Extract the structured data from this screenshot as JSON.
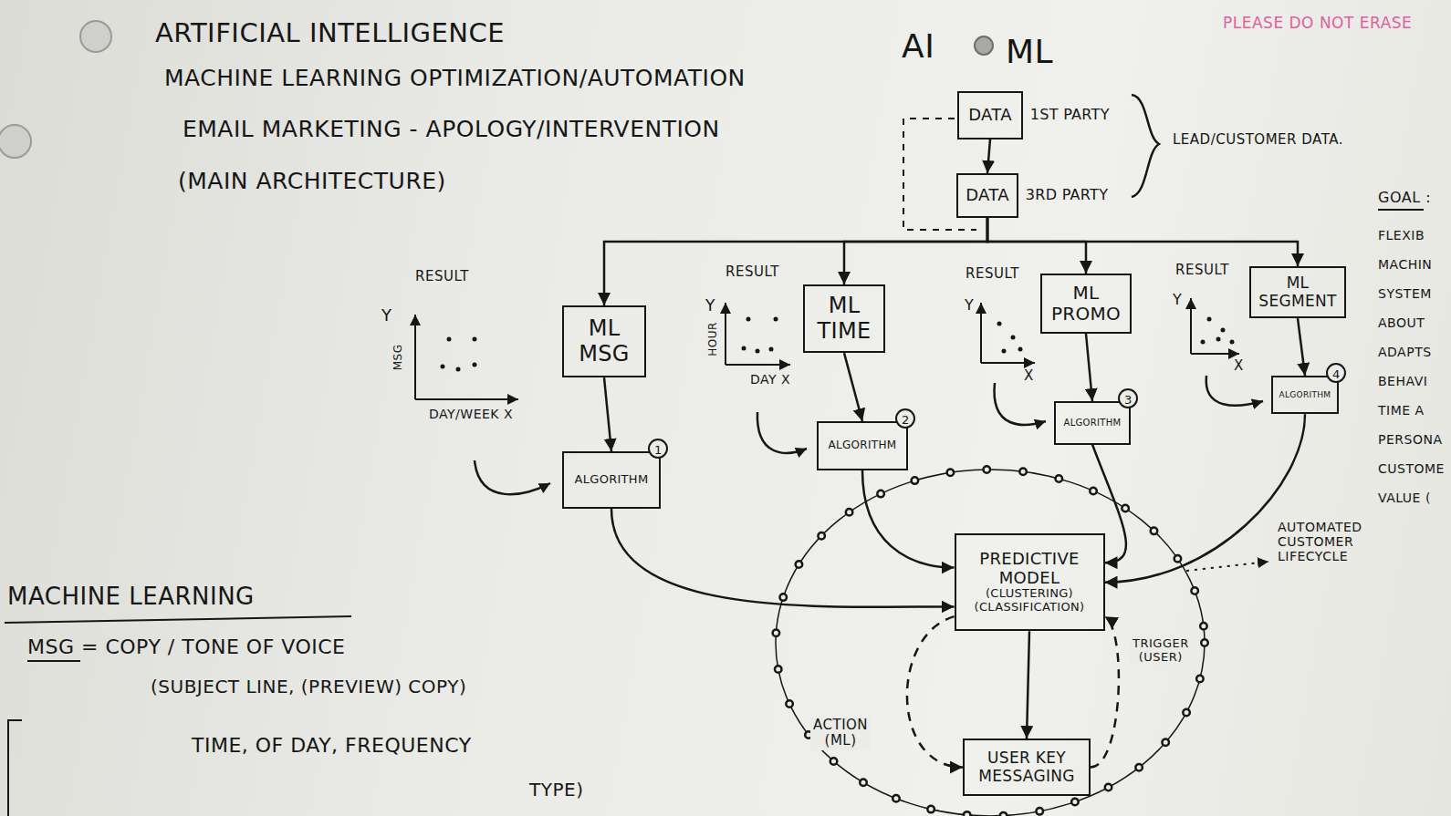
{
  "diagram": {
    "title": "ARTIFICIAL INTELLIGENCE",
    "nodes": [
      {
        "text": [
          "DATA",
          "1ST PARTY"
        ]
      },
      {
        "text": [
          "DATA",
          "3RD PARTY"
        ]
      },
      {
        "text": [
          "ML MSG"
        ]
      },
      {
        "text": [
          "ALGORITHM"
        ]
      },
      {
        "text": [
          "ML TIME"
        ]
      },
      {
        "text": [
          "ALGORITHM"
        ]
      },
      {
        "text": [
          "ML PROMO"
        ]
      },
      {
        "text": [
          "ALGORITHM"
        ]
      },
      {
        "text": [
          "ML SEGMENT"
        ]
      },
      {
        "text": [
          "ALGORITHM"
        ]
      },
      {
        "text": [
          "PREDICTIVE MODEL",
          "(CLUSTERING)",
          "(CLASSIFICATION)"
        ]
      },
      {
        "text": [
          "USER KEY MESSAGING"
        ]
      }
    ],
    "edges": [
      {
        "from": 0,
        "to": 1,
        "arrow": "to"
      },
      {
        "from": 1,
        "to": 2,
        "arrow": "to"
      },
      {
        "from": 1,
        "to": 4,
        "arrow": "to"
      },
      {
        "from": 1,
        "to": 6,
        "arrow": "to"
      },
      {
        "from": 1,
        "to": 8,
        "arrow": "to"
      },
      {
        "from": 2,
        "to": 3,
        "arrow": "to"
      },
      {
        "from": 4,
        "to": 5,
        "arrow": "to"
      },
      {
        "from": 6,
        "to": 7,
        "arrow": "to"
      },
      {
        "from": 8,
        "to": 9,
        "arrow": "to"
      },
      {
        "from": 3,
        "to": 10,
        "arrow": "to"
      },
      {
        "from": 5,
        "to": 10,
        "arrow": "to"
      },
      {
        "from": 7,
        "to": 10,
        "arrow": "to"
      },
      {
        "from": 9,
        "to": 10,
        "arrow": "to"
      },
      {
        "from": 10,
        "to": 11,
        "arrow": "to"
      },
      {
        "from": 10,
        "to": 11,
        "label": "ACTION (ML)",
        "arrow": "to"
      },
      {
        "from": 11,
        "to": 10,
        "label": "TRIGGER (USER)",
        "arrow": "to"
      }
    ],
    "labels": [
      "MACHINE LEARNING OPTIMIZATION/AUTOMATION",
      "EMAIL MARKETING - APOLOGY/INTERVENTION",
      "(MAIN ARCHITECTURE)",
      "AI",
      "ML",
      "PLEASE DO NOT ERASE",
      "LEAD/CUSTOMER DATA.",
      "RESULT",
      "Y",
      "MSG",
      "DAY/WEEK X",
      "1",
      "RESULT",
      "Y",
      "HOUR",
      "DAY X",
      "2",
      "RESULT",
      "Y",
      "X",
      "3",
      "RESULT",
      "Y",
      "X",
      "4",
      "AUTOMATED CUSTOMER LIFECYCLE",
      "GOAL :",
      "FLEXIB",
      "MACHIN",
      "SYSTEM",
      "ABOUT",
      "ADAPTS",
      "BEHAVI",
      "TIME A",
      "PERSONA",
      "CUSTOME",
      "VALUE (",
      "MACHINE LEARNING",
      "MSG = COPY / TONE OF VOICE",
      "(SUBJECT LINE, (PREVIEW) COPY)",
      "TIME, OF DAY, FREQUENCY",
      "TYPE)"
    ]
  }
}
